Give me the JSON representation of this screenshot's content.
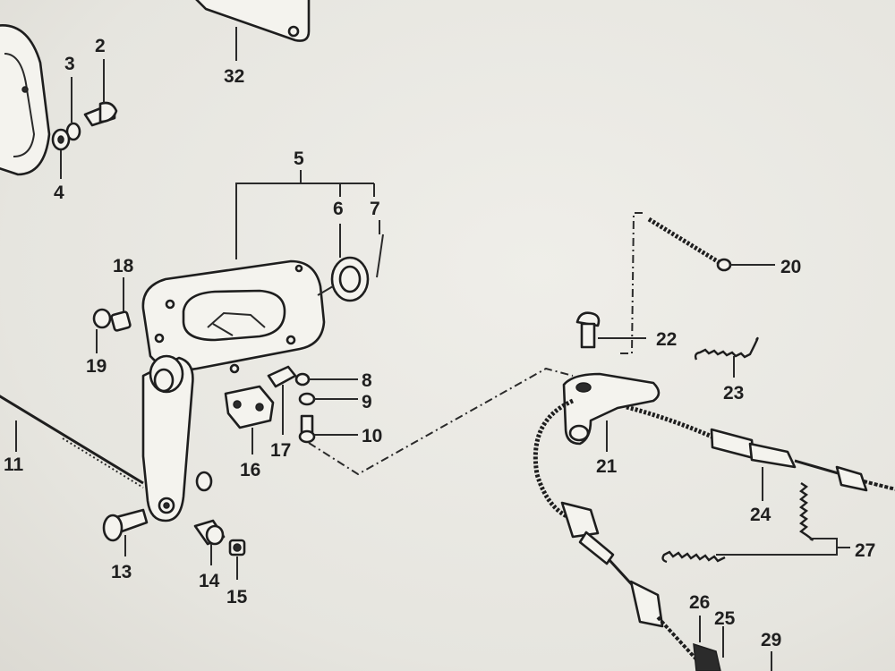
{
  "diagram": {
    "part_numbers": [
      "2",
      "3",
      "4",
      "5",
      "6",
      "7",
      "8",
      "9",
      "10",
      "11",
      "13",
      "14",
      "15",
      "16",
      "17",
      "18",
      "19",
      "20",
      "21",
      "22",
      "23",
      "24",
      "25",
      "26",
      "27",
      "29",
      "32"
    ]
  }
}
